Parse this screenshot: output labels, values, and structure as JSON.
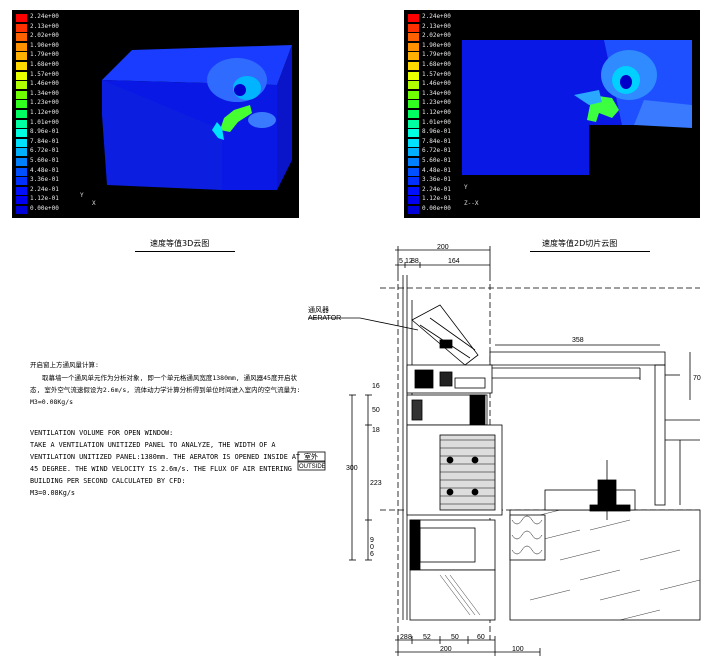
{
  "legend_values": [
    "2.24e+00",
    "2.13e+00",
    "2.02e+00",
    "1.90e+00",
    "1.79e+00",
    "1.68e+00",
    "1.57e+00",
    "1.46e+00",
    "1.34e+00",
    "1.23e+00",
    "1.12e+00",
    "1.01e+00",
    "8.96e-01",
    "7.84e-01",
    "6.72e-01",
    "5.60e-01",
    "4.48e-01",
    "3.36e-01",
    "2.24e-01",
    "1.12e-01",
    "0.00e+00"
  ],
  "legend_colors": [
    "#ff0000",
    "#ff3000",
    "#ff6000",
    "#ff9000",
    "#ffb000",
    "#ffd800",
    "#e8ff00",
    "#b0ff00",
    "#70ff00",
    "#30ff20",
    "#00ff60",
    "#00ffa0",
    "#00ffe0",
    "#00e0ff",
    "#00b0ff",
    "#0080ff",
    "#0050ff",
    "#0030ff",
    "#0010ff",
    "#0000f0",
    "#0000d8"
  ],
  "axis_3d": {
    "y": "Y",
    "x": "X"
  },
  "axis_2d": {
    "y": "Y",
    "x": "Z--X"
  },
  "captions": {
    "contour_3d": "速度等值3D云图",
    "contour_2d": "速度等值2D切片云图"
  },
  "labels": {
    "aerator_cn": "通风器",
    "aerator_en": "AERATOR",
    "outside_cn": "室外",
    "outside_en": "OUTSIDE"
  },
  "text_cn": {
    "title": "开启窗上方通风量计算:",
    "line1": "取幕墙一个通风单元作为分析对象, 即一个单元格通风宽度1380mm, 通风器45度开启状",
    "line2": "态, 室外空气流速假设为2.6m/s, 流体动力学计算分析得到单位时间进入室内的空气流量为:",
    "line3": "M3=0.08Kg/s"
  },
  "text_en": [
    "VENTILATION VOLUME FOR OPEN WINDOW:",
    "TAKE A VENTILATION UNITIZED PANEL TO ANALYZE, THE WIDTH OF A",
    "VENTILATION UNITIZED PANEL:1380mm. THE AERATOR IS OPENED INSIDE AT",
    "45 DEGREE. THE WIND VELOCITY IS 2.6m/s. THE FLUX OF AIR ENTERING",
    "BUILDING PER SECOND CALCULATED BY CFD:",
    "M3=0.08Kg/s"
  ],
  "dims": {
    "top_200": "200",
    "d5": "5",
    "d12": "12",
    "d88": "88",
    "d164": "164",
    "d358": "358",
    "d70": "70",
    "d16": "16",
    "d50": "50",
    "d18": "18",
    "d300": "300",
    "d223": "223",
    "d9": "9",
    "d0": "0",
    "d6": "6",
    "b28": "28",
    "b8": "8",
    "b52": "52",
    "b50": "50",
    "b60": "60",
    "b200": "200",
    "b100": "100"
  }
}
